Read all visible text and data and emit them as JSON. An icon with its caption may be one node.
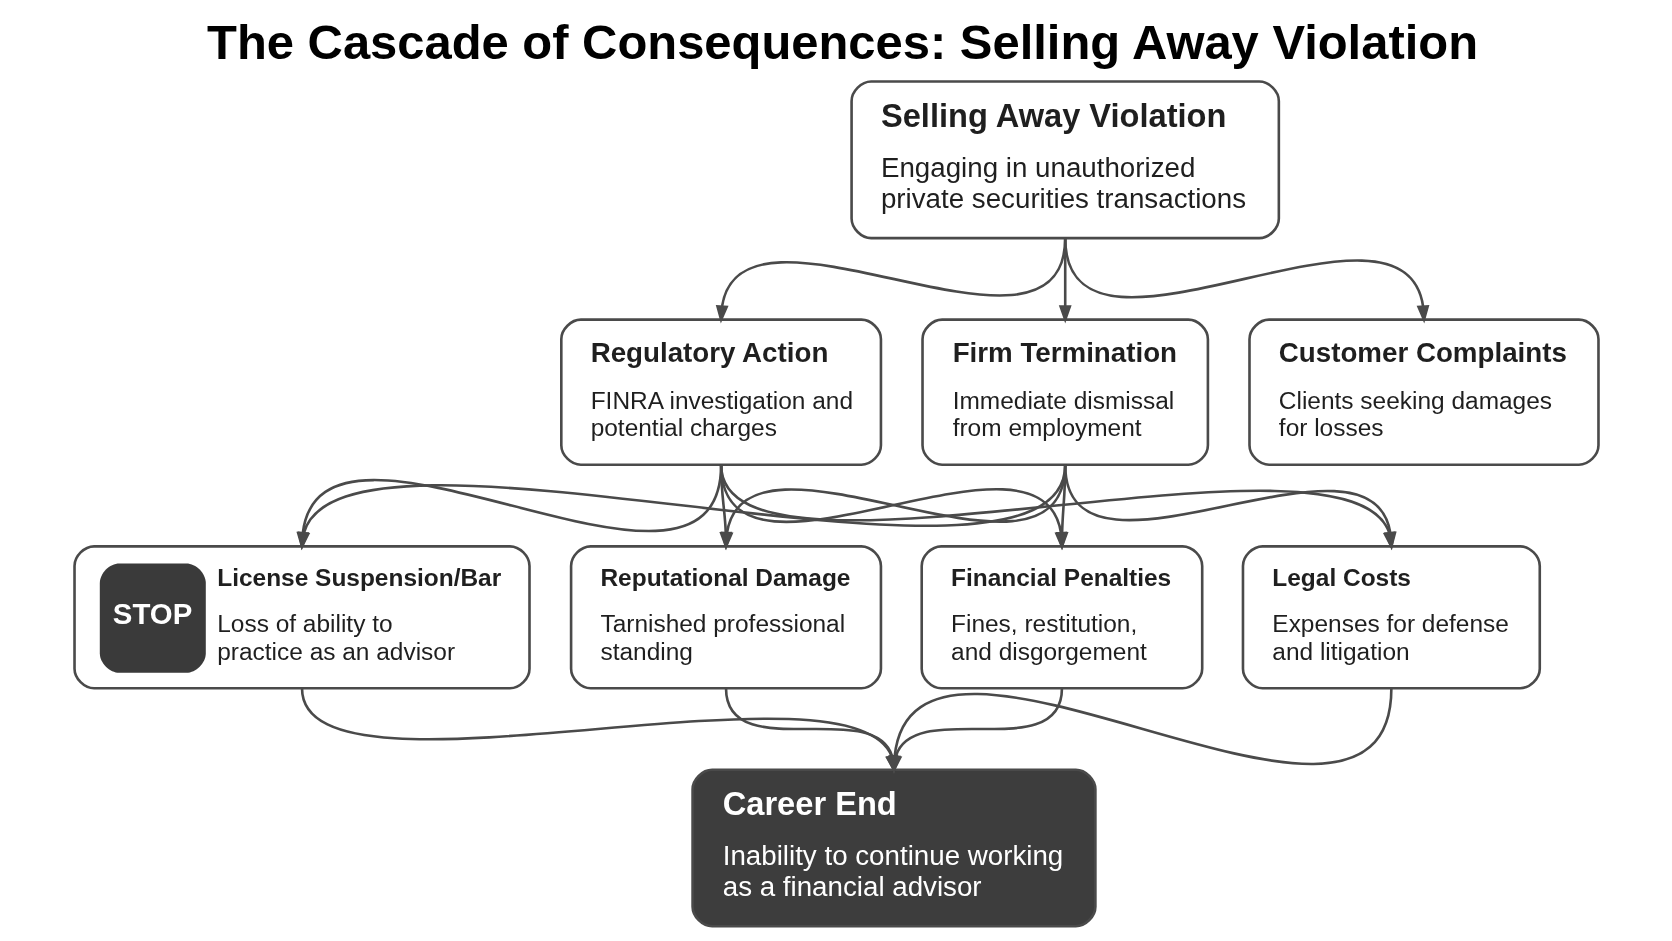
{
  "diagram": {
    "title": "The Cascade of Consequences: Selling Away Violation",
    "nodes": [
      {
        "text": [
          "Selling Away Violation",
          "Engaging in unauthorized private securities transactions"
        ]
      },
      {
        "text": [
          "Regulatory Action",
          "FINRA investigation and potential charges"
        ]
      },
      {
        "text": [
          "Firm Termination",
          "Immediate dismissal from employment"
        ]
      },
      {
        "text": [
          "Customer Complaints",
          "Clients seeking damages for losses"
        ]
      },
      {
        "text": [
          "STOP",
          "License Suspension/Bar",
          "Loss of ability to practice as an advisor"
        ]
      },
      {
        "text": [
          "Reputational Damage",
          "Tarnished professional standing"
        ]
      },
      {
        "text": [
          "Financial Penalties",
          "Fines, restitution, and disgorgement"
        ]
      },
      {
        "text": [
          "Legal Costs",
          "Expenses for defense and litigation"
        ]
      },
      {
        "text": [
          "Career End",
          "Inability to continue working as a financial advisor"
        ]
      }
    ],
    "edges": [
      {
        "from": 0,
        "to": 1,
        "arrow": "to"
      },
      {
        "from": 0,
        "to": 2,
        "arrow": "to"
      },
      {
        "from": 0,
        "to": 3,
        "arrow": "to"
      },
      {
        "from": 1,
        "to": 4,
        "arrow": "to"
      },
      {
        "from": 1,
        "to": 5,
        "arrow": "to"
      },
      {
        "from": 1,
        "to": 6,
        "arrow": "to"
      },
      {
        "from": 1,
        "to": 7,
        "arrow": "to"
      },
      {
        "from": 2,
        "to": 4,
        "arrow": "to"
      },
      {
        "from": 2,
        "to": 5,
        "arrow": "to"
      },
      {
        "from": 2,
        "to": 6,
        "arrow": "to"
      },
      {
        "from": 2,
        "to": 7,
        "arrow": "to"
      },
      {
        "from": 4,
        "to": 8,
        "arrow": "to"
      },
      {
        "from": 5,
        "to": 8,
        "arrow": "to"
      },
      {
        "from": 6,
        "to": 8,
        "arrow": "to"
      },
      {
        "from": 7,
        "to": 8,
        "arrow": "to"
      }
    ]
  }
}
